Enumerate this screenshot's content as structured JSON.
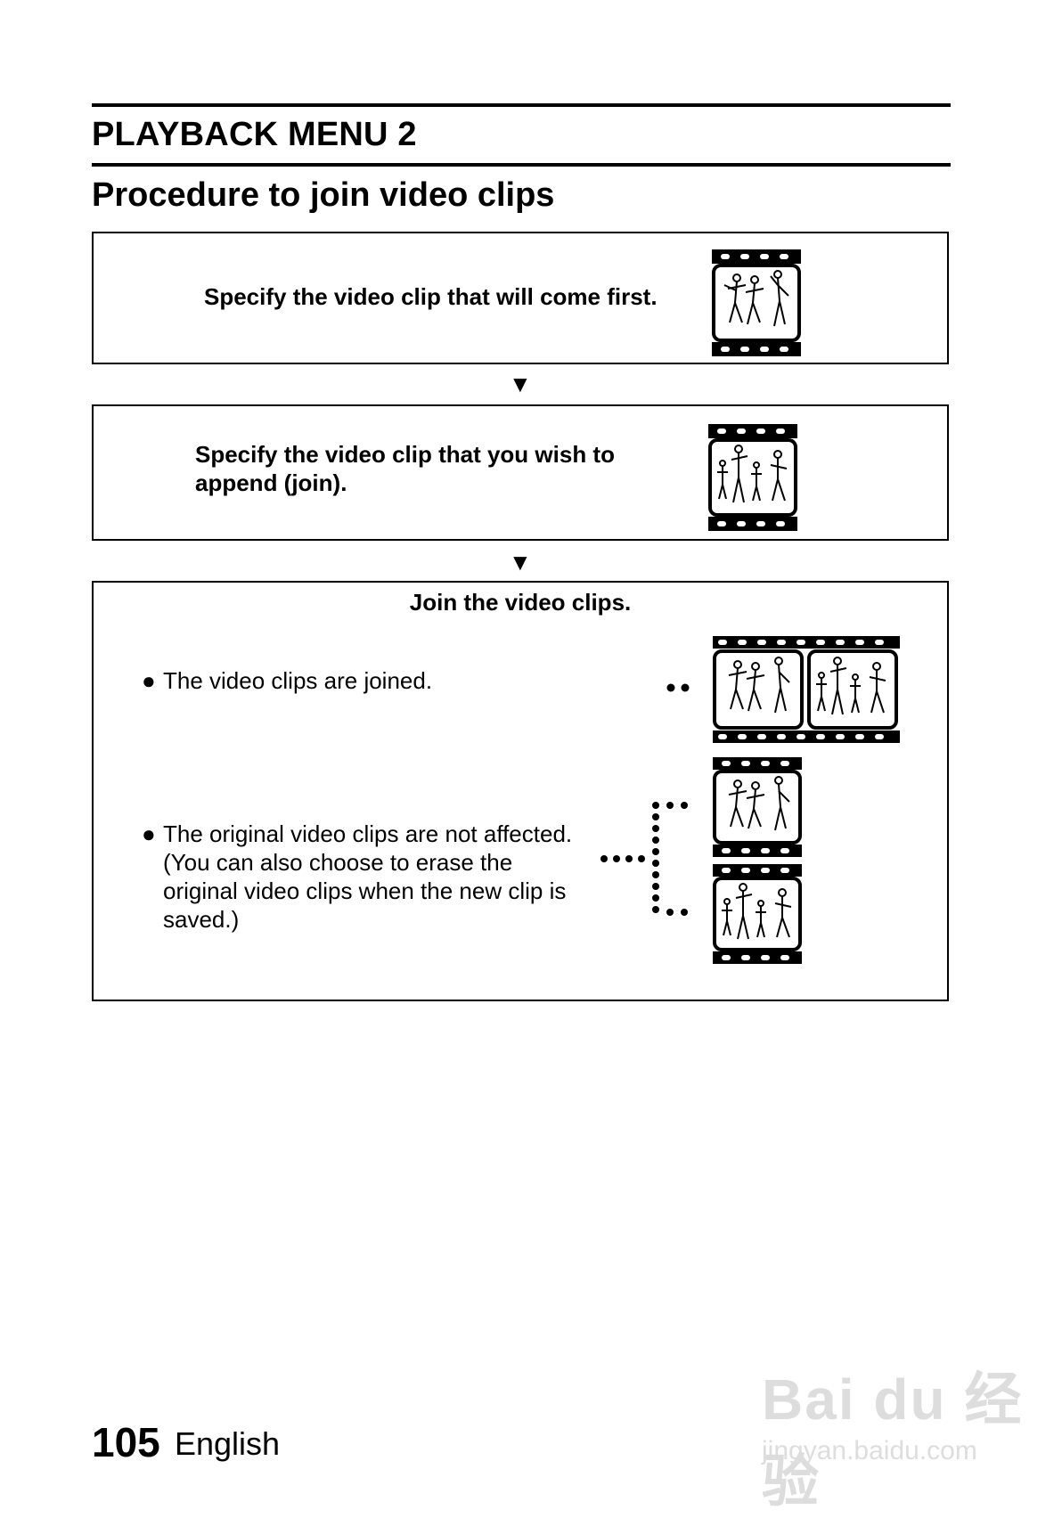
{
  "header": {
    "section_title": "PLAYBACK MENU 2",
    "page_title": "Procedure to join video clips"
  },
  "steps": [
    {
      "text": "Specify the video clip that will come first."
    },
    {
      "text": "Specify the video clip that you wish to\nappend (join)."
    },
    {
      "title": "Join the video clips.",
      "bullets": [
        {
          "marker": "●",
          "text": "The video clips are joined."
        },
        {
          "marker": "●",
          "text": "The original video clips are not affected.\n(You can also choose to erase the\noriginal video clips when the new clip is\nsaved.)"
        }
      ]
    }
  ],
  "arrows": [
    "▼",
    "▼"
  ],
  "footer": {
    "page_number": "105",
    "language": "English"
  },
  "watermark": {
    "main": "Bai du 经验",
    "sub": "jingyan.baidu.com"
  }
}
